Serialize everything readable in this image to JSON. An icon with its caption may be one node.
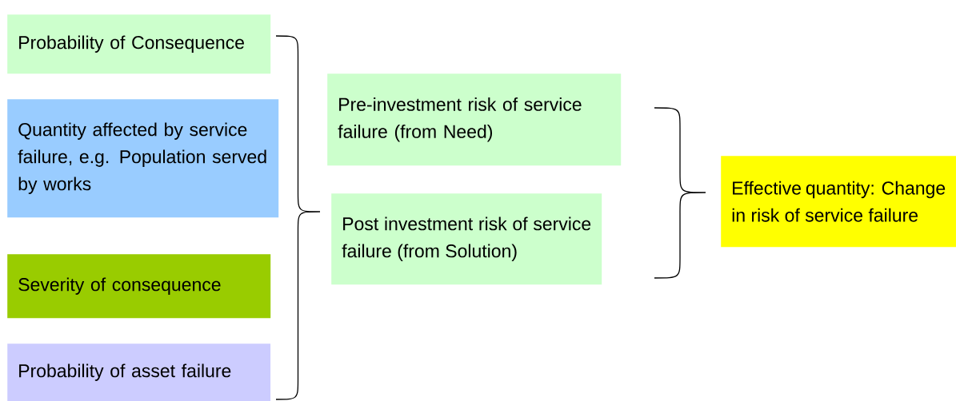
{
  "diagram": {
    "nodes": [
      {
        "text": [
          "Probability of Consequence"
        ]
      },
      {
        "text": [
          "Quantity affected by service failure, e.g. Population served by works"
        ]
      },
      {
        "text": [
          "Severity of consequence"
        ]
      },
      {
        "text": [
          "Probability of asset failure"
        ]
      },
      {
        "text": [
          "Pre-investment risk of service failure (from Need)"
        ]
      },
      {
        "text": [
          "Post investment risk of service failure (from Solution)"
        ]
      },
      {
        "text": [
          "Effective quantity: Change in risk of service failure"
        ]
      }
    ]
  }
}
